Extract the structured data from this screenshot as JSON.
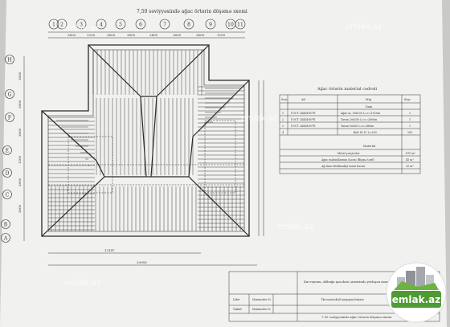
{
  "drawing_title": "7,50 səviyyəsində ağac örtərin döşəmə sxemi",
  "axes_top": [
    "1",
    "2",
    "3",
    "4",
    "5",
    "6",
    "7",
    "8",
    "9",
    "10",
    "11"
  ],
  "axes_left": [
    "H",
    "G",
    "F",
    "E",
    "D",
    "C",
    "B",
    "A"
  ],
  "dims_top": [
    "3600",
    "1200",
    "3600",
    "3600",
    "2400",
    "3600",
    "3600",
    "1200"
  ],
  "dims_left": [
    "3600",
    "3600",
    "3600",
    "1200",
    "3600",
    "3600"
  ],
  "dim_bottom_a": "13147",
  "dim_bottom_b": "29950",
  "table": {
    "title": "Ağac örtərin material cədvəli",
    "headers": [
      "Sıra",
      "Ad",
      "Miq",
      "Sayı"
    ],
    "section_label": "Dam",
    "rows": [
      [
        "1",
        "ГОСТ 24454-80*Е",
        "Ağac m. 50x150  L=c=1920m",
        "1"
      ],
      [
        "2",
        "ГОСТ 24454-80*Е",
        "Tavan 20x150  L=c=2600m",
        "1"
      ],
      [
        "3",
        "ГОСТ 24454-80*Е",
        "Tavan 50x50  L=c=460m",
        "1"
      ],
      [
        "4",
        "",
        "Bolt M 12  L=250",
        "250"
      ]
    ],
    "material_label": "Material",
    "summary": [
      [
        "Metal çərçivələr",
        "670 m²"
      ],
      [
        "Ağac məhsullarının həcmi (Biçmə tərif)",
        "45 m³"
      ],
      [
        "Ağ dam örtülmədiyi təmir həcmi",
        "20 m³"
      ]
    ]
  },
  "title_block": {
    "project": "Xırı rayonu, Abbağa qəsəbəsi ərazisində yerləşən mənzilər İki mərtəbəli",
    "subtitle": "İki mərtəbəli yaşayış binası",
    "sheet_caption": "7,50 səviyyəsində ağac örtərin döşəmə sxemi",
    "sign_rows": [
      [
        "Lider",
        "Məmmədov N."
      ],
      [
        "Yoxlad",
        "Məmmədov D."
      ]
    ]
  },
  "watermarks": [
    "emlak.az",
    "emlak.az",
    "emlak.az",
    "emlak.az",
    "emlak.az"
  ],
  "logo_text": "emlak.az",
  "colors": {
    "paper": "#f1f1ef",
    "ink": "#2a2a2a",
    "logo_green": "#4e9a33"
  }
}
